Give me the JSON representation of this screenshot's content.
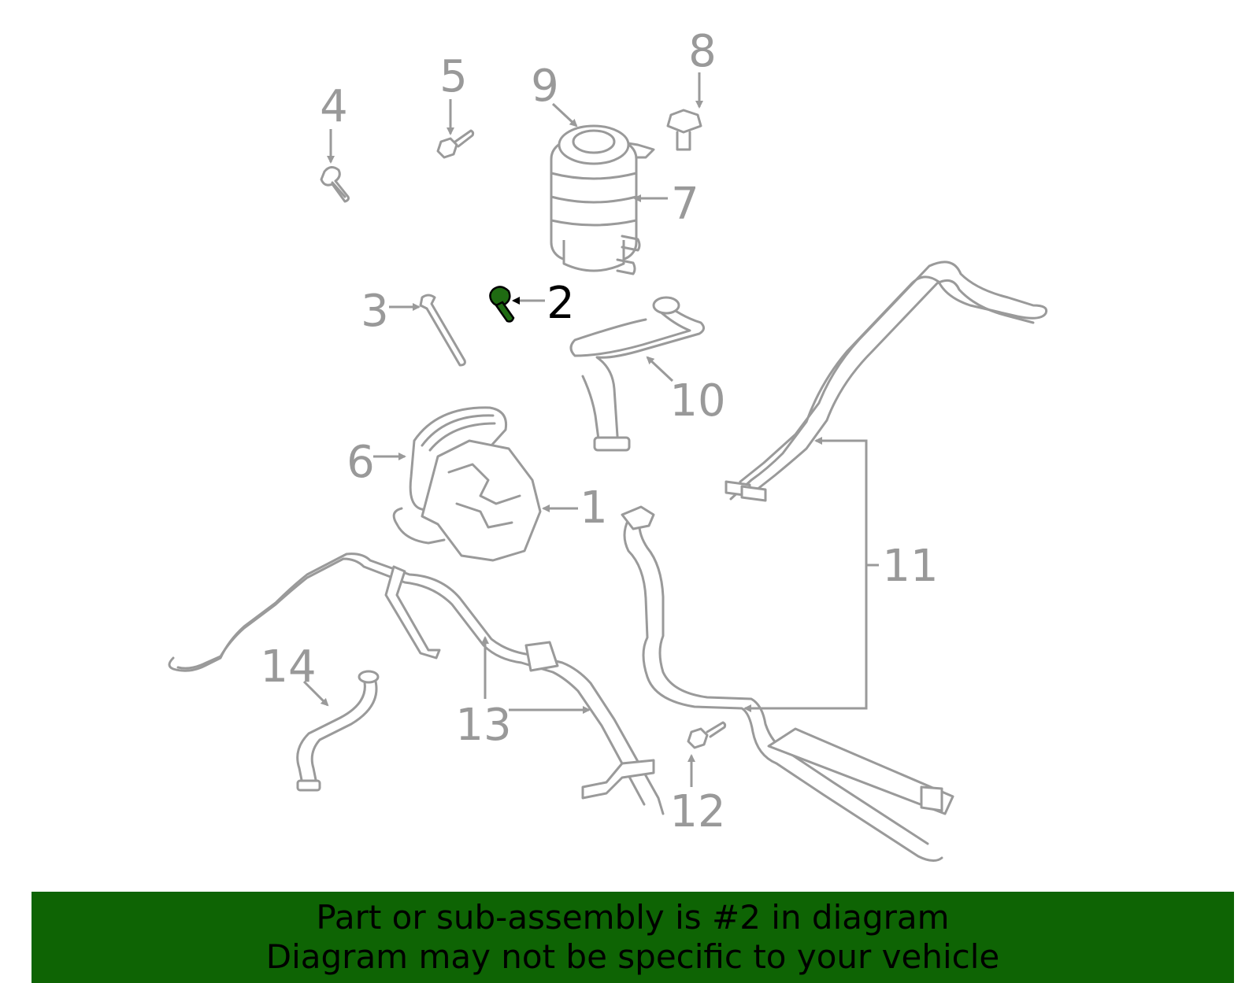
{
  "diagram": {
    "callouts": [
      {
        "id": "1",
        "label": "1"
      },
      {
        "id": "2",
        "label": "2"
      },
      {
        "id": "3",
        "label": "3"
      },
      {
        "id": "4",
        "label": "4"
      },
      {
        "id": "5",
        "label": "5"
      },
      {
        "id": "6",
        "label": "6"
      },
      {
        "id": "7",
        "label": "7"
      },
      {
        "id": "8",
        "label": "8"
      },
      {
        "id": "9",
        "label": "9"
      },
      {
        "id": "10",
        "label": "10"
      },
      {
        "id": "11",
        "label": "11"
      },
      {
        "id": "12",
        "label": "12"
      },
      {
        "id": "13",
        "label": "13"
      },
      {
        "id": "14",
        "label": "14"
      }
    ],
    "highlighted_part": "2",
    "colors": {
      "part_line": "#9a9a9a",
      "callout_text": "#999999",
      "highlight_fill": "#1f6b12",
      "banner_bg": "#0e6404"
    }
  },
  "banner": {
    "line1": "Part or sub-assembly is #2 in diagram",
    "line2": "Diagram may not be specific to your vehicle"
  }
}
